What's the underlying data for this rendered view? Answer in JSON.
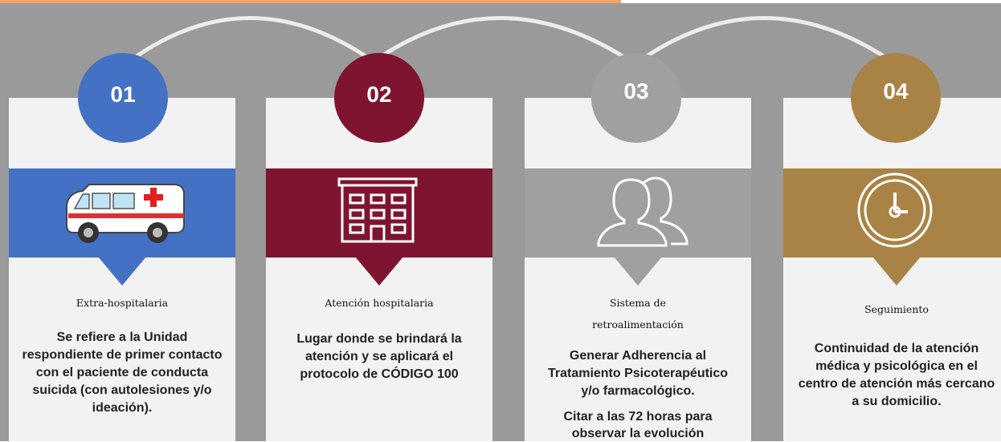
{
  "colors": {
    "step1": "#4571c4",
    "step2": "#7f1431",
    "step3": "#a0a0a0",
    "step4": "#a98345",
    "background": "#9a9a9a",
    "card": "#f2f2f2",
    "accent_bar": "#f0a46a"
  },
  "steps": [
    {
      "number": "01",
      "icon": "ambulance-icon",
      "title": "Extra-hospitalaria",
      "body": "Se refiere a la Unidad respondiente de primer contacto con el paciente de conducta suicida (con autolesiones y/o ideación)."
    },
    {
      "number": "02",
      "icon": "hospital-building-icon",
      "title": "Atención hospitalaria",
      "body": "Lugar donde se brindará la atención y se aplicará el protocolo de CÓDIGO 100"
    },
    {
      "number": "03",
      "icon": "people-icon",
      "title_line1": "Sistema de",
      "title_line2": "retroalimentación",
      "body": "Generar Adherencia al Tratamiento Psicoterapéutico y/o farmacológico.",
      "body2": "Citar a las 72 horas para observar la evolución"
    },
    {
      "number": "04",
      "icon": "clock-icon",
      "title": "Seguimiento",
      "body": "Continuidad de la atención médica y psicológica en el centro de atención más cercano a su domicilio."
    }
  ]
}
